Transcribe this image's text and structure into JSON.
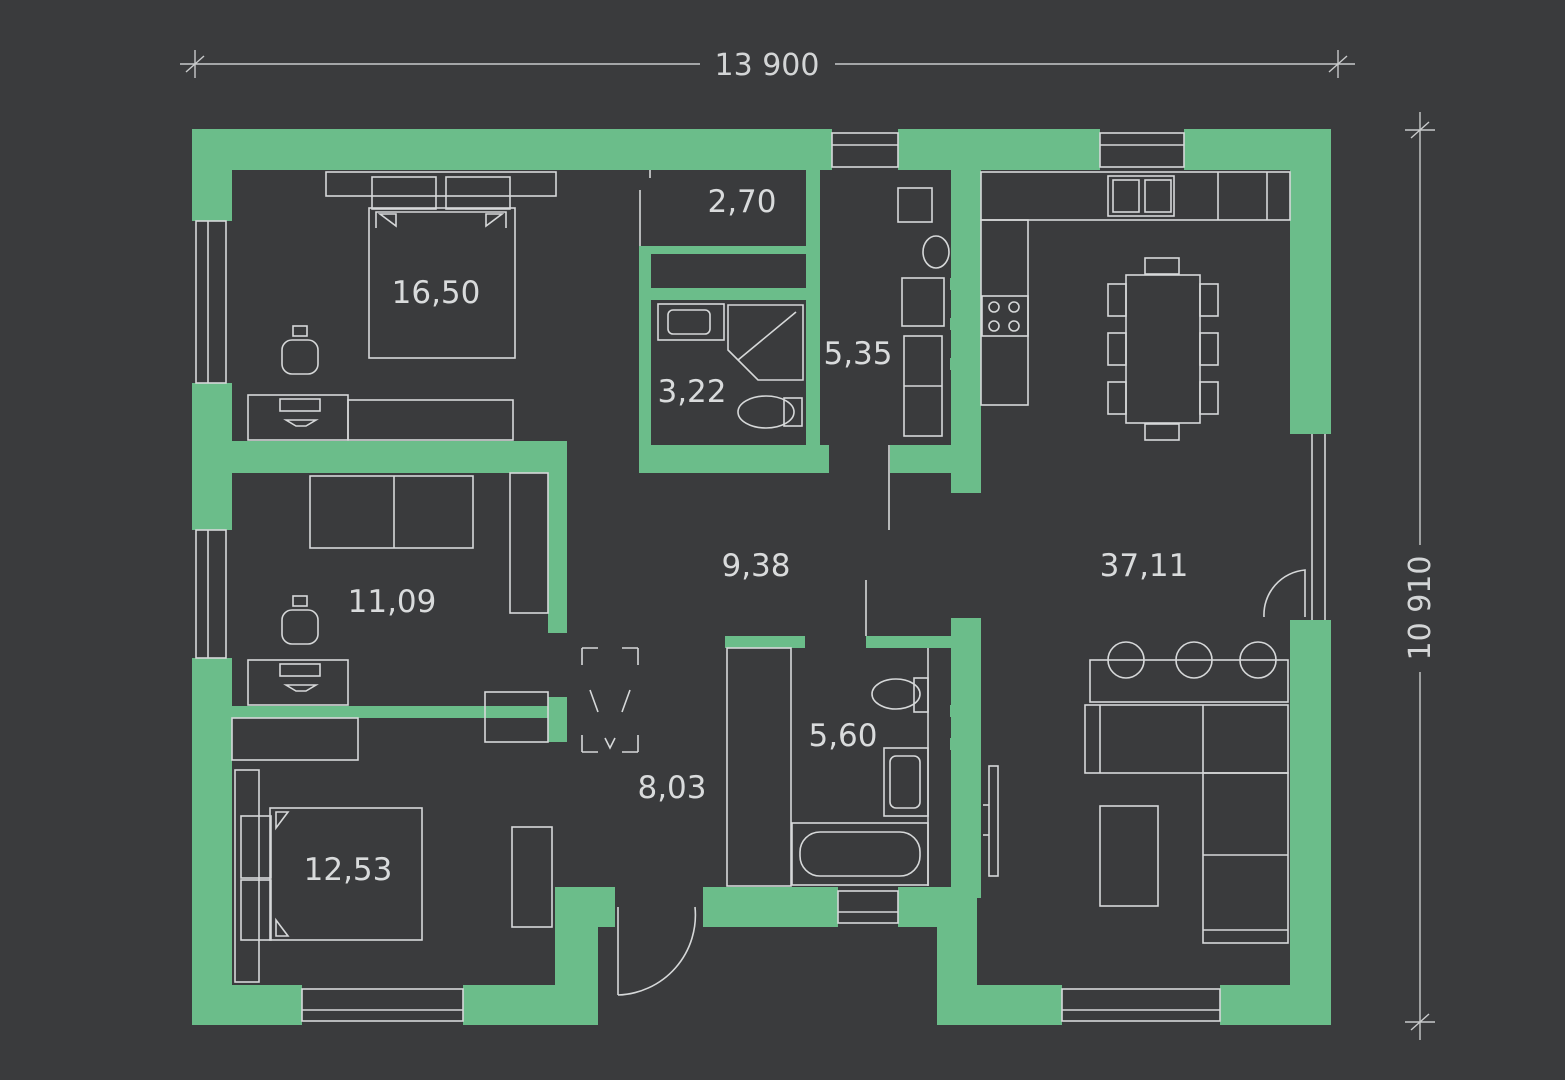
{
  "dimensions": {
    "width": "13 900",
    "height": "10 910"
  },
  "rooms": [
    {
      "id": "bedroom-main",
      "area": "16,50"
    },
    {
      "id": "closet",
      "area": "2,70"
    },
    {
      "id": "bathroom-small",
      "area": "3,22"
    },
    {
      "id": "utility",
      "area": "5,35"
    },
    {
      "id": "bedroom-2",
      "area": "11,09"
    },
    {
      "id": "hall",
      "area": "9,38"
    },
    {
      "id": "living-kitchen",
      "area": "37,11"
    },
    {
      "id": "bathroom",
      "area": "5,60"
    },
    {
      "id": "entrance",
      "area": "8,03"
    },
    {
      "id": "bedroom-3",
      "area": "12,53"
    }
  ],
  "colors": {
    "background": "#3a3b3d",
    "walls": "#6bbd8a",
    "lines": "#d6d8d9"
  }
}
